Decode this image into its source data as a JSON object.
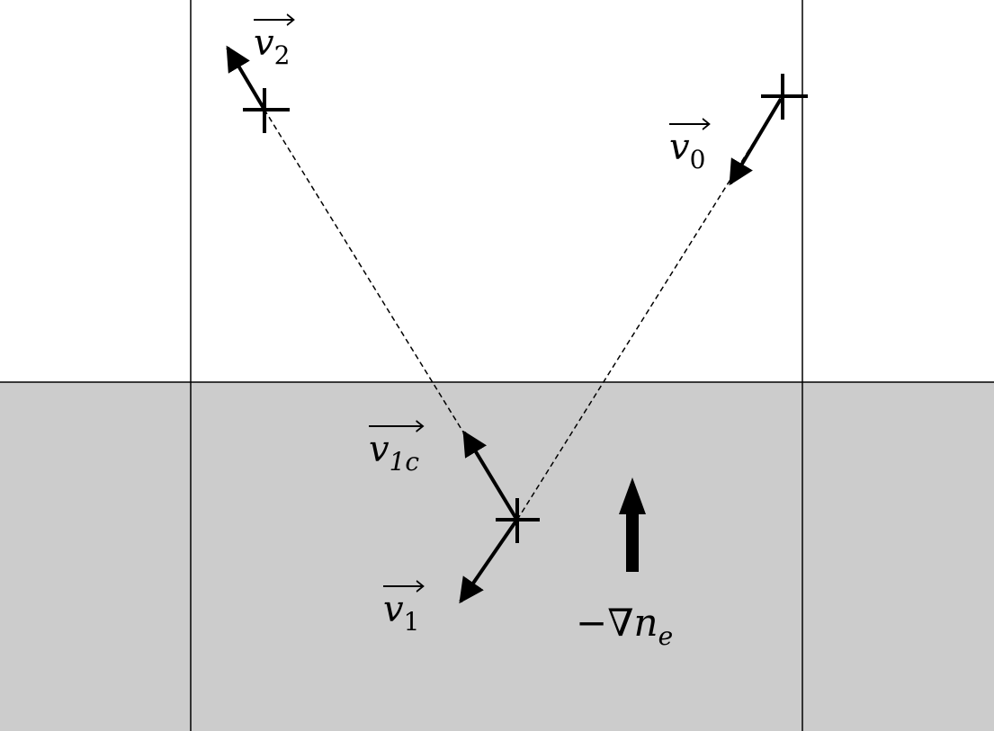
{
  "labels": {
    "v0": {
      "main": "v",
      "sub": "0"
    },
    "v1": {
      "main": "v",
      "sub": "1"
    },
    "v1c": {
      "main": "v",
      "sub": "1c"
    },
    "v2": {
      "main": "v",
      "sub": "2"
    },
    "gradient": {
      "minus": "−",
      "nabla": "∇",
      "n": "n",
      "sub": "e"
    }
  },
  "colors": {
    "background": "#ffffff",
    "dense_region": "#cccccc",
    "ink": "#000000"
  }
}
